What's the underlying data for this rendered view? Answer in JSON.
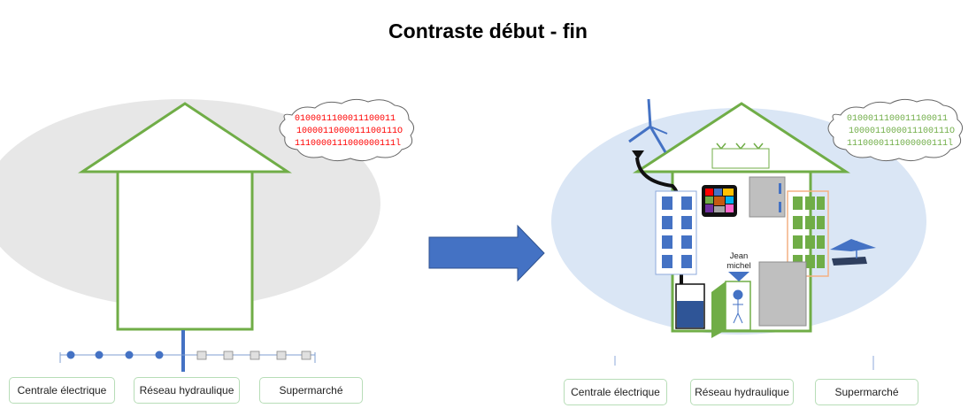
{
  "title": "Contraste début - fin",
  "cloud_left": [
    "0100011100011100011",
    "1000011000011100111O",
    "1110000111000000111l"
  ],
  "cloud_right": [
    "0100011100011100011",
    "1000011000011100111O",
    "1110000111000000111l"
  ],
  "person_label": "Jean michel",
  "person_label_line1": "Jean",
  "person_label_line2": "michel",
  "labels_left": [
    "Centrale électrique",
    "Réseau hydraulique",
    "Supermarché"
  ],
  "labels_right": [
    "Centrale électrique",
    "Réseau hydraulique",
    "Supermarché"
  ],
  "colors": {
    "house": "#70ad47",
    "blue": "#4472c4",
    "red": "#ff0000",
    "green_bits": "#70ad47",
    "ellipse_left": "#e7e7e7",
    "ellipse_right": "#dae6f5",
    "orange": "#f4b183"
  }
}
